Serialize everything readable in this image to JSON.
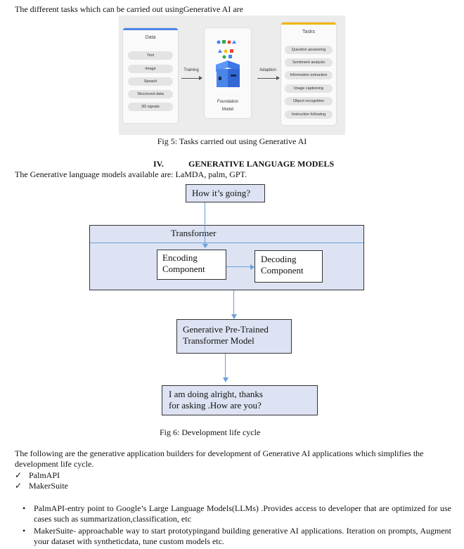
{
  "intro_text": "The different tasks which can be carried out usingGenerative AI are",
  "fig5": {
    "data_panel": {
      "title": "Data",
      "items": [
        "Text",
        "Image",
        "Speach",
        "Structured data",
        "3D signals"
      ]
    },
    "training_label": "Training",
    "foundation_label_line1": "Foundation",
    "foundation_label_line2": "Model",
    "adaption_label": "Adaption",
    "tasks_panel": {
      "title": "Tasks",
      "items": [
        "Question answering",
        "Sentiment analysis",
        "Information extraction",
        "Image captioning",
        "Object recognition",
        "Instruction following"
      ]
    },
    "colors": {
      "data_bar": "#4a86e8",
      "tasks_bar": "#f4b400",
      "box": "#4a86e8"
    }
  },
  "fig5_caption": "Fig 5: Tasks carried out using Generative AI",
  "section_heading": {
    "number": "IV.",
    "title": "GENERATIVE LANGUAGE MODELS"
  },
  "models_text": "The Generative language models available are: LaMDA, palm, GPT.",
  "fig6": {
    "input": "How it’s going?",
    "transformer": "Transformer",
    "encoding_line1": "Encoding",
    "encoding_line2": "Component",
    "decoding_line1": "Decoding",
    "decoding_line2": "Component",
    "gpt_line1": "Generative Pre-Trained",
    "gpt_line2": "Transformer Model",
    "output_line1": "I am doing alright, thanks",
    "output_line2": "for asking .How are you?",
    "colors": {
      "box_fill": "#dde3f3",
      "arrow": "#6aa0d8"
    }
  },
  "fig6_caption": "Fig 6: Development life cycle",
  "builders_text": "The following are the generative application builders for development of Generative AI applications which simplifies the development life cycle.",
  "check_items": [
    "PalmAPI",
    "MakerSuite"
  ],
  "bullets": [
    "PalmAPI-entry point to Google’s Large Language Models(LLMs) .Provides access to developer that are optimized for use cases such as summarization,classification, etc",
    "MakerSuite- approachable way to start prototypingand building generative AI applications. Iteration on prompts, Augment your dataset with syntheticdata, tune custom models etc."
  ]
}
